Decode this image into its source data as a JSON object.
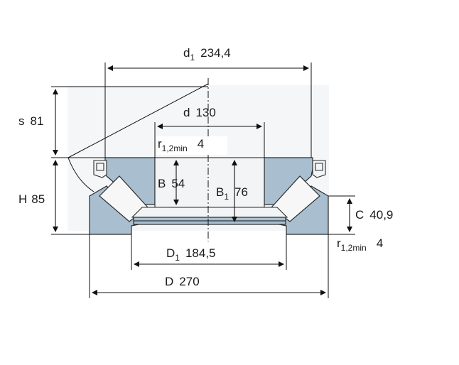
{
  "dimensions": {
    "d1": {
      "symbol": "d",
      "sub": "1",
      "value": "234,4"
    },
    "d": {
      "symbol": "d",
      "value": "130"
    },
    "s": {
      "symbol": "s",
      "value": "81"
    },
    "H": {
      "symbol": "H",
      "value": "85"
    },
    "r_top": {
      "symbol": "r",
      "sub": "1,2min",
      "value": "4"
    },
    "B": {
      "symbol": "B",
      "value": "54"
    },
    "B1": {
      "symbol": "B",
      "sub": "1",
      "value": "76"
    },
    "C": {
      "symbol": "C",
      "value": "40,9"
    },
    "r_bot": {
      "symbol": "r",
      "sub": "1,2min",
      "value": "4"
    },
    "D1": {
      "symbol": "D",
      "sub": "1",
      "value": "184,5"
    },
    "D": {
      "symbol": "D",
      "value": "270"
    }
  },
  "colors": {
    "section": "#a9bfcf",
    "background_shade": "#e9ecef",
    "line": "#111111"
  }
}
